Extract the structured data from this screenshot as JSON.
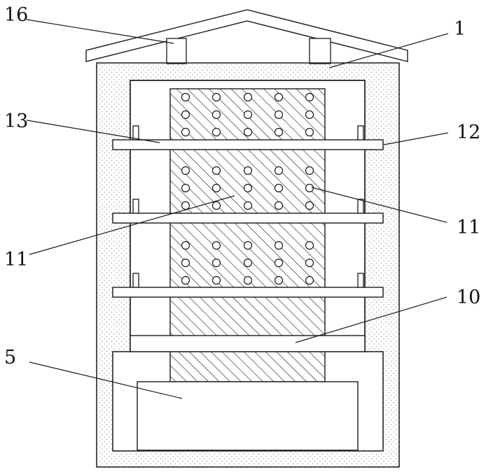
{
  "labels": {
    "l16": "16",
    "l1": "1",
    "l13": "13",
    "l12": "12",
    "l11a": "11",
    "l11b": "11",
    "l10": "10",
    "l5": "5"
  },
  "colors": {
    "stroke": "#1a1a1a",
    "stipple": "#9a9a9a",
    "hatch": "#2a2a2a",
    "background": "#ffffff"
  },
  "holes": {
    "columns": 5,
    "rows_per_group": 3,
    "groups": 3
  }
}
